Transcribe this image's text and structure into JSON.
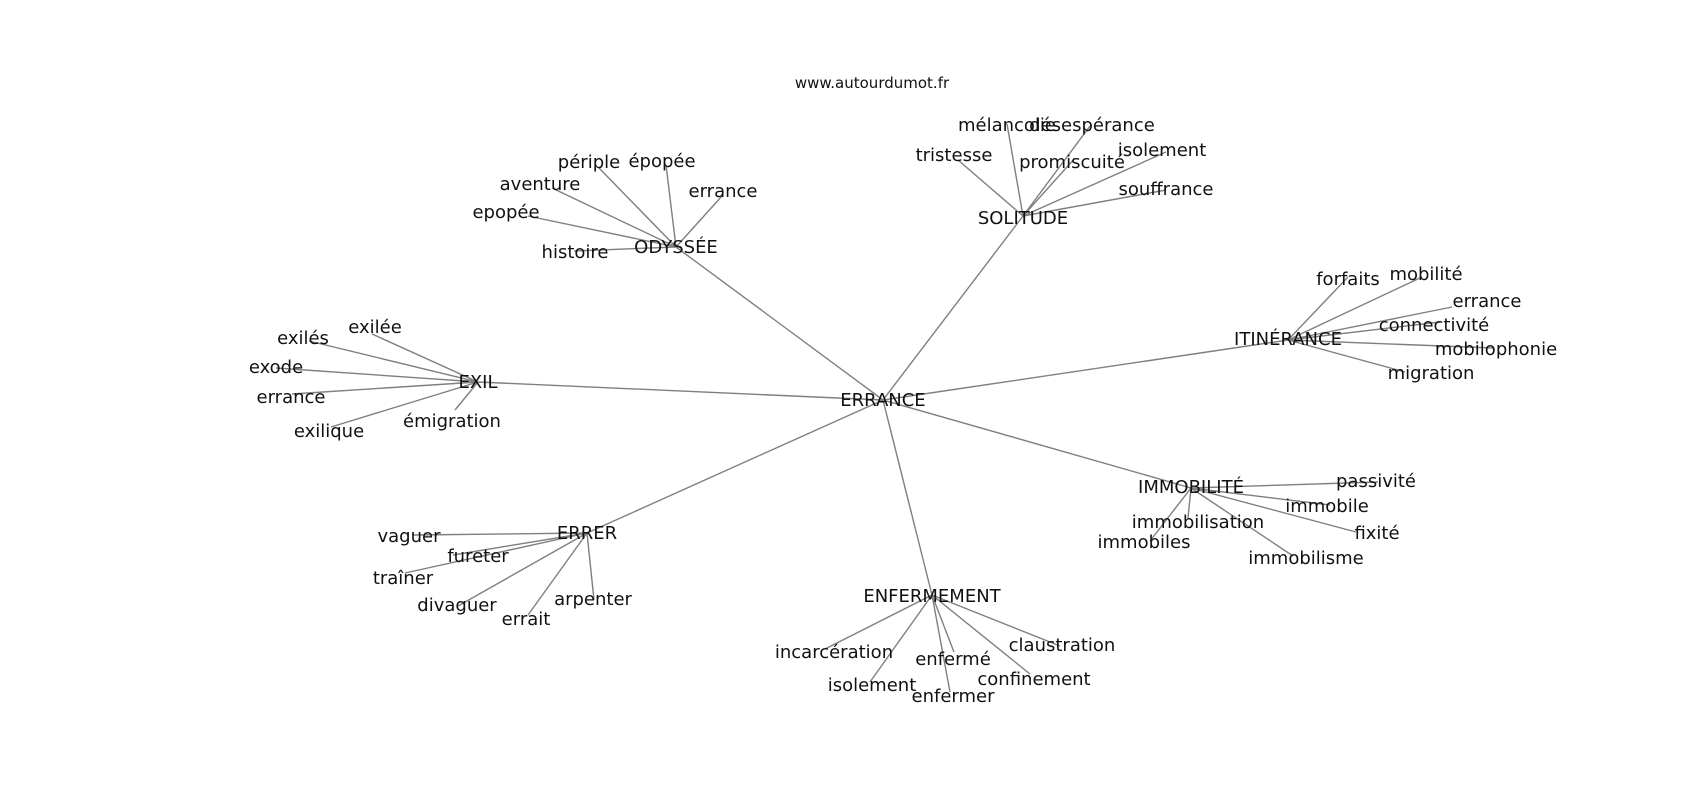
{
  "source": "www.autourdumot.fr",
  "center": "ERRANCE",
  "clusters": [
    {
      "label": "ODYSSÉE",
      "words": [
        "périple",
        "épopée",
        "aventure",
        "errance",
        "epopée",
        "histoire"
      ]
    },
    {
      "label": "SOLITUDE",
      "words": [
        "mélancolie",
        "désespérance",
        "tristesse",
        "isolement",
        "promiscuité",
        "souffrance"
      ]
    },
    {
      "label": "ITINÉRANCE",
      "words": [
        "forfaits",
        "mobilité",
        "errance",
        "connectivité",
        "mobilophonie",
        "migration"
      ]
    },
    {
      "label": "EXIL",
      "words": [
        "exilée",
        "exilés",
        "exode",
        "errance",
        "exilique",
        "émigration"
      ]
    },
    {
      "label": "IMMOBILITÉ",
      "words": [
        "passivité",
        "immobile",
        "immobilisation",
        "immobiles",
        "fixité",
        "immobilisme"
      ]
    },
    {
      "label": "ERRER",
      "words": [
        "vaguer",
        "fureter",
        "traîner",
        "divaguer",
        "errait",
        "arpenter"
      ]
    },
    {
      "label": "ENFERMEMENT",
      "words": [
        "incarcération",
        "claustration",
        "enfermé",
        "isolement",
        "confinement",
        "enfermer"
      ]
    }
  ]
}
